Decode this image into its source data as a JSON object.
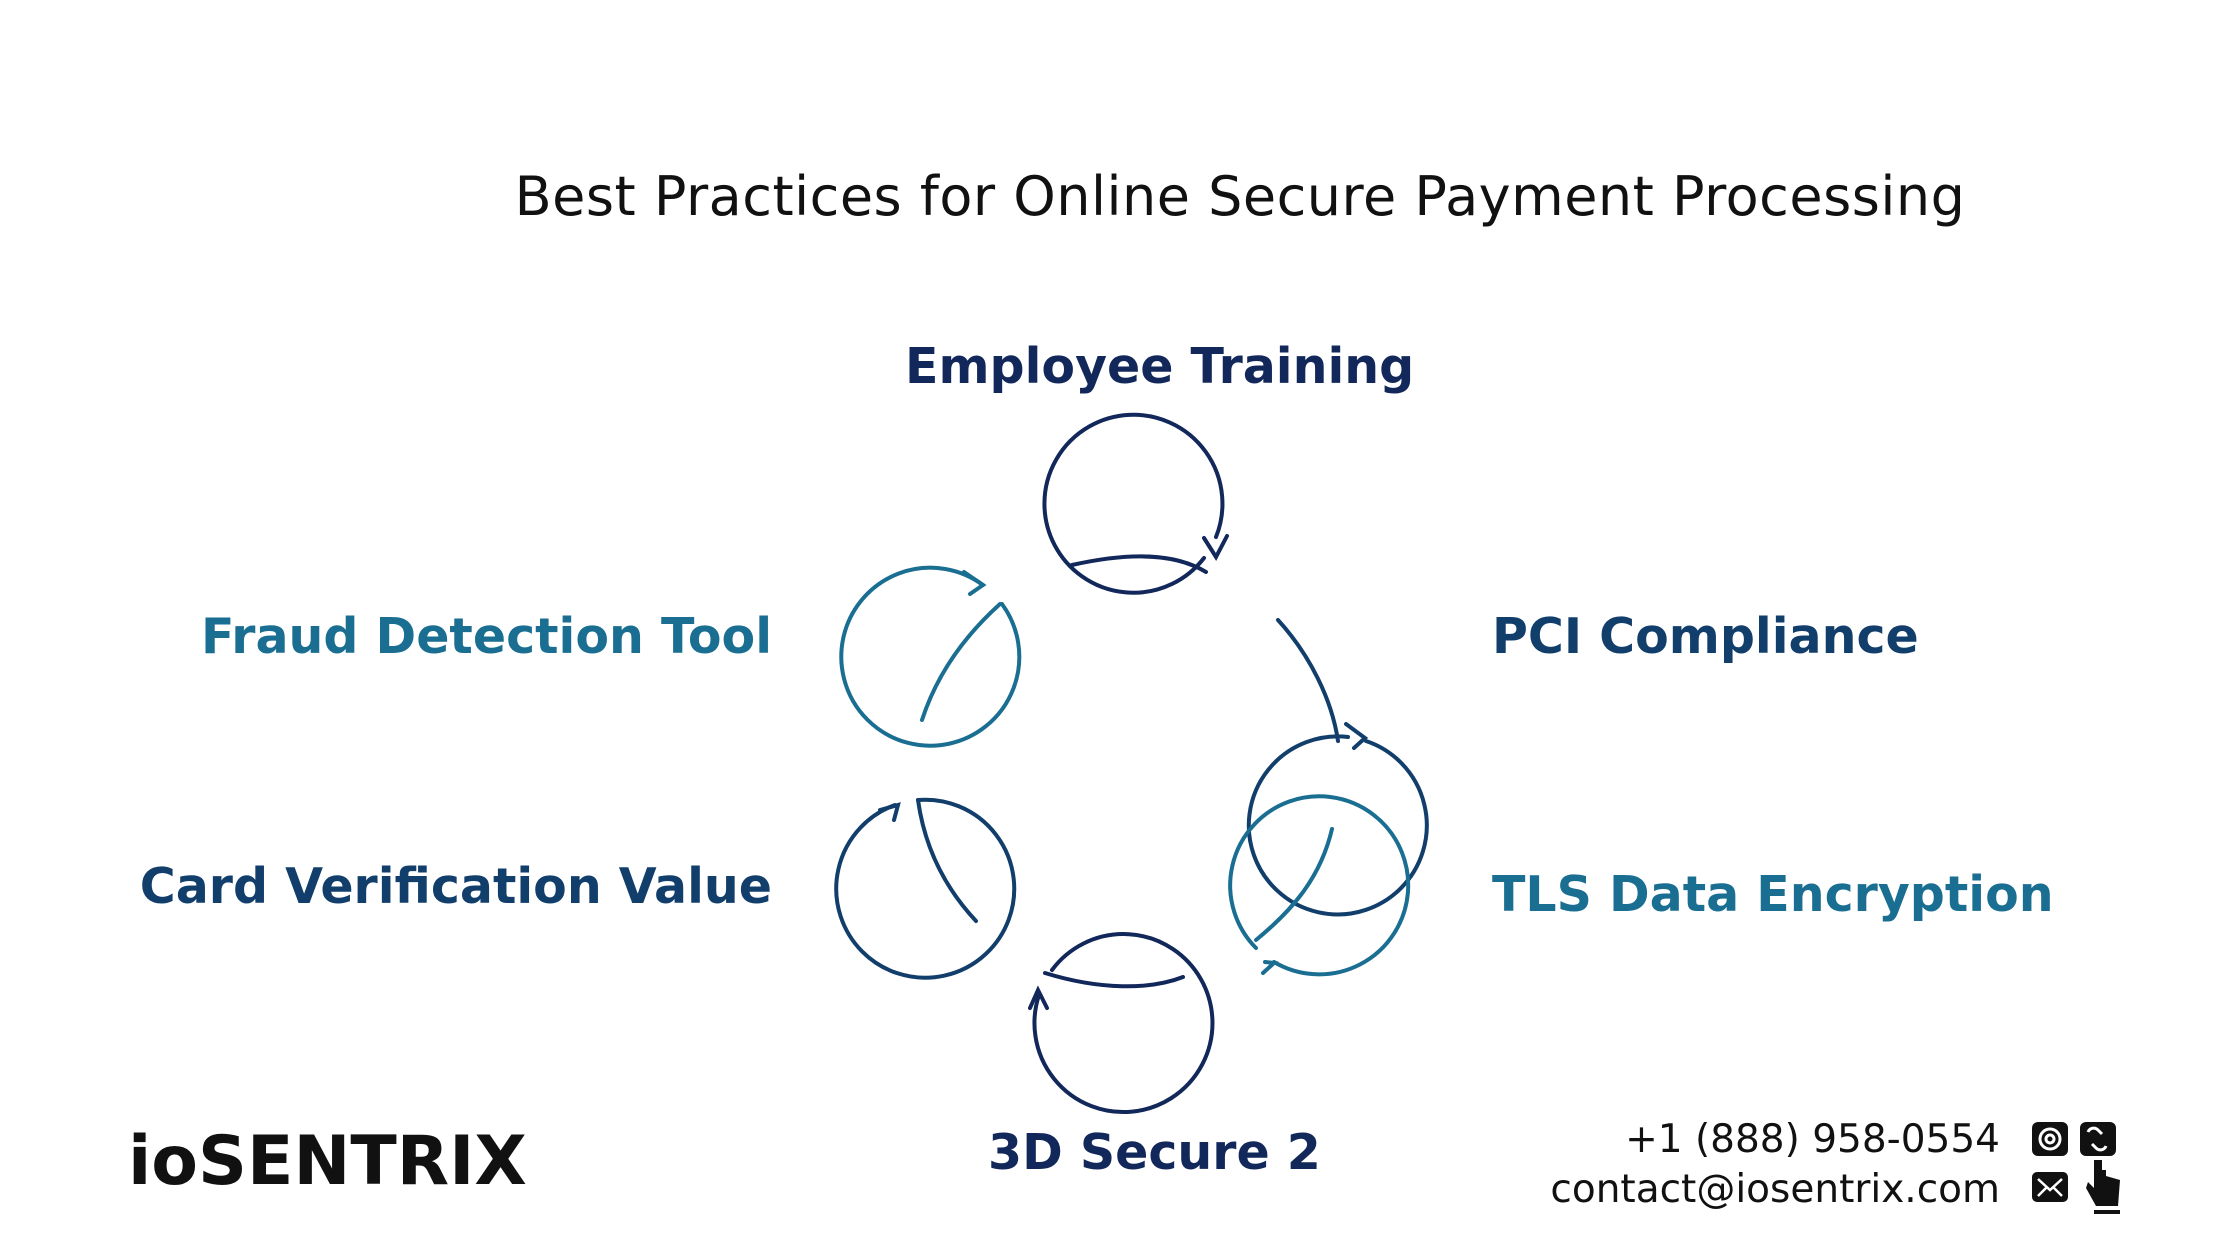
{
  "title": "Best Practices for Online Secure Payment Processing",
  "steps": [
    {
      "label": "Employee Training",
      "color": "#12275a"
    },
    {
      "label": "PCI Compliance",
      "color": "#123e6b"
    },
    {
      "label": "TLS Data Encryption",
      "color": "#1a6e92"
    },
    {
      "label": "3D Secure 2",
      "color": "#12275a"
    },
    {
      "label": "Card Verification Value",
      "color": "#123e6b"
    },
    {
      "label": "Fraud Detection Tool",
      "color": "#1a6e92"
    }
  ],
  "brand": "ioSENTRIX",
  "contact": {
    "phone": "+1 (888) 958-0554",
    "email": "contact@iosentrix.com",
    "icons": [
      "at-sign-icon",
      "link-click-icon",
      "envelope-icon"
    ]
  }
}
